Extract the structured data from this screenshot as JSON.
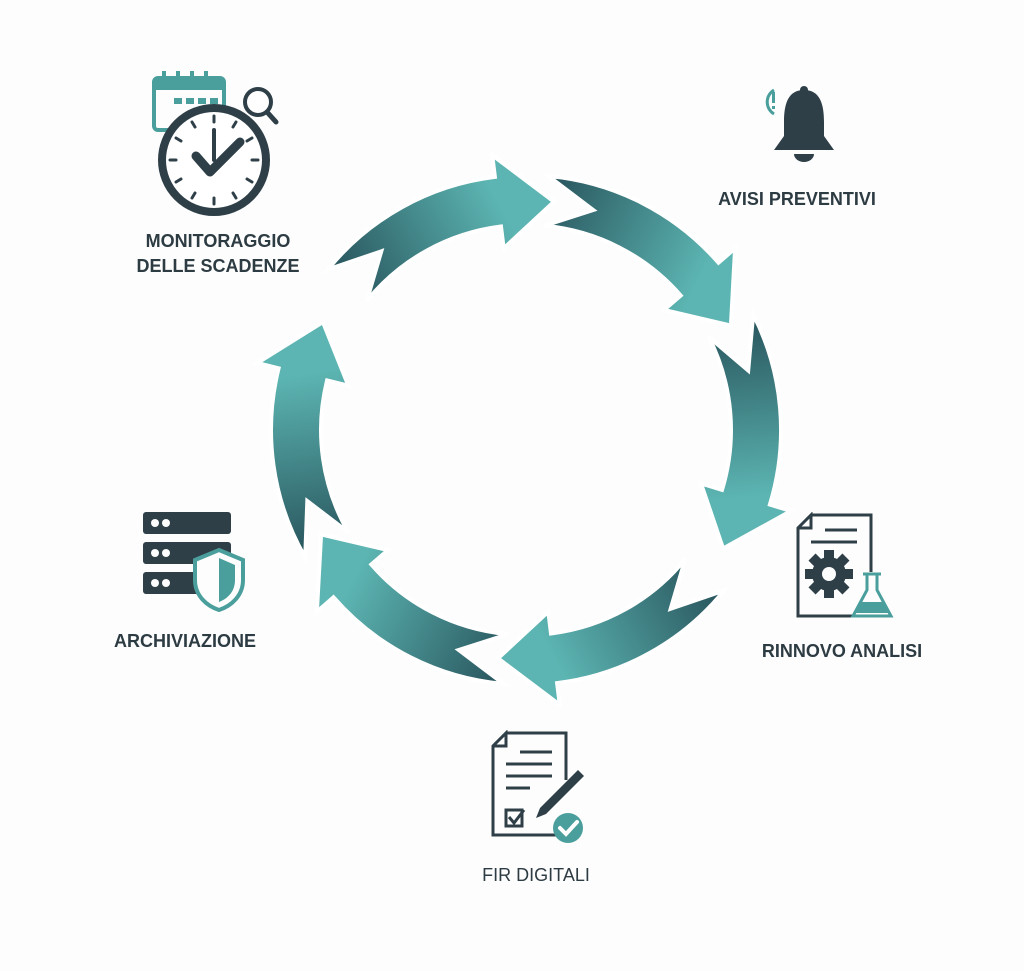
{
  "steps": [
    {
      "id": "monitoraggio",
      "line1": "MONITORAGGIO",
      "line2": "DELLE SCADENZE",
      "icon": "clock-calendar-magnifier-icon"
    },
    {
      "id": "avvisi",
      "label": "AVISI PREVENTIVI",
      "icon": "bell-alert-icon"
    },
    {
      "id": "rinnovo",
      "label": "RINNOVO ANALISI",
      "icon": "document-gear-flask-icon"
    },
    {
      "id": "fir",
      "label": "FIR DIGITALI",
      "icon": "document-pen-check-icon"
    },
    {
      "id": "archiviazione",
      "label": "ARCHIVIAZIONE",
      "icon": "server-shield-icon"
    }
  ],
  "cycle": {
    "arrow_count": 6,
    "direction": "clockwise"
  },
  "colors": {
    "dark": "#2a5860",
    "light": "#5cb5b2",
    "text": "#2d3b43",
    "icon_dark": "#2f3f48",
    "icon_accent": "#4a9f9c"
  }
}
